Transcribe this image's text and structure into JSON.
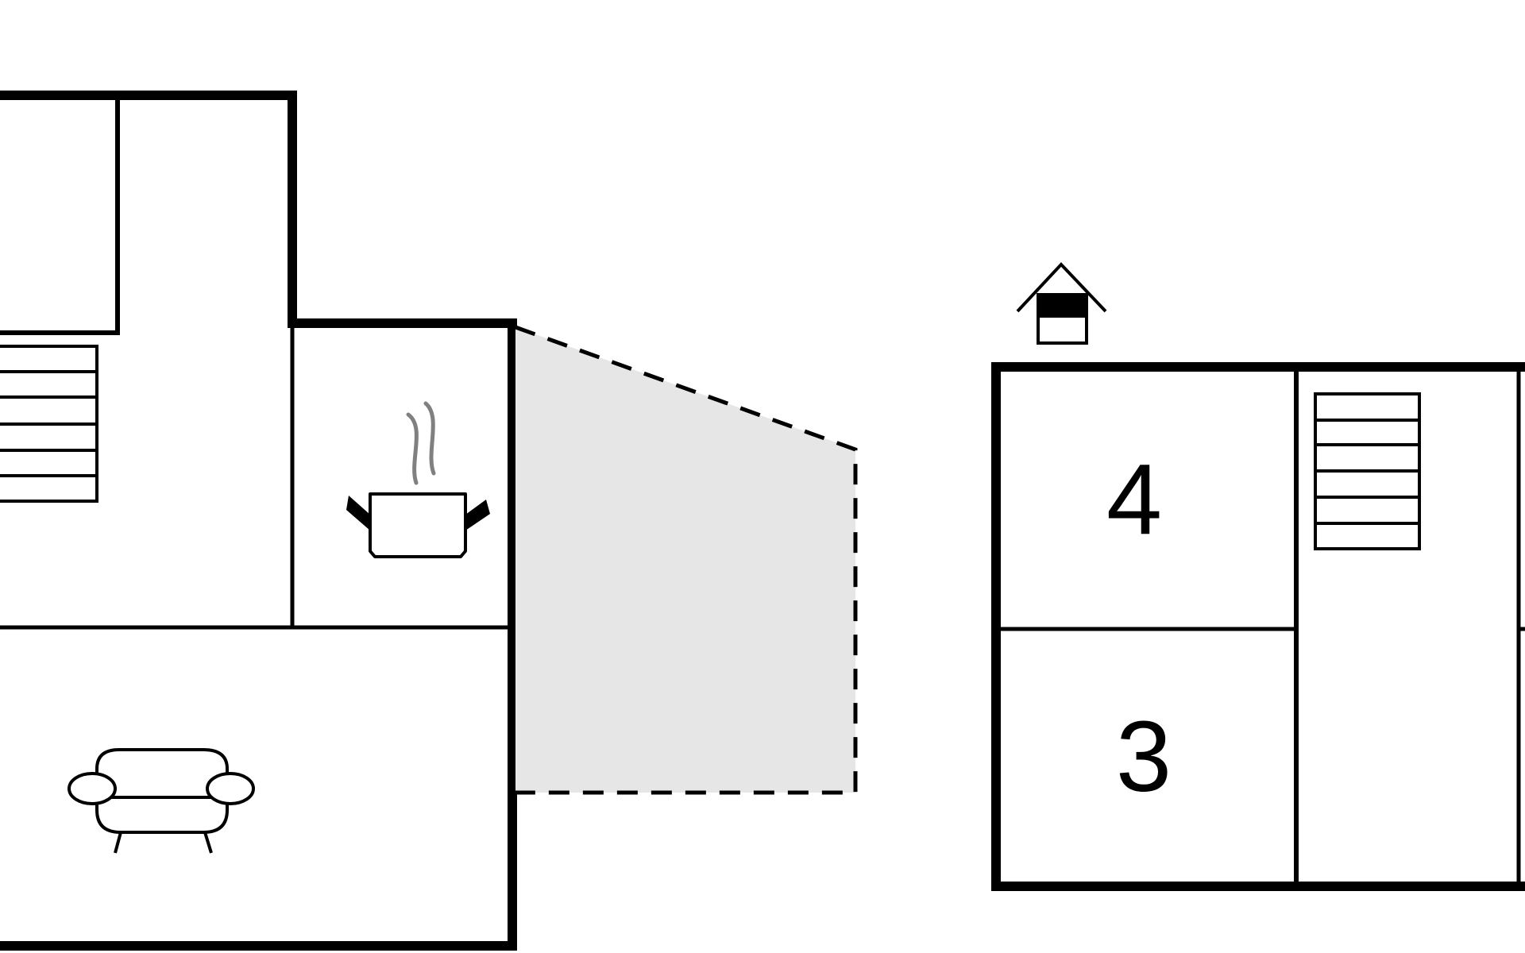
{
  "floor_plan": {
    "rooms": [
      {
        "label": "4",
        "type": "bedroom"
      },
      {
        "label": "3",
        "type": "bedroom"
      }
    ],
    "icons": [
      "stairs-icon",
      "kitchen-pot-icon",
      "sofa-icon",
      "entrance-house-icon",
      "stairs-icon"
    ],
    "colors": {
      "wall": "#000000",
      "terrace_fill": "#e6e6e6",
      "steam": "#808080",
      "background": "#ffffff"
    }
  }
}
